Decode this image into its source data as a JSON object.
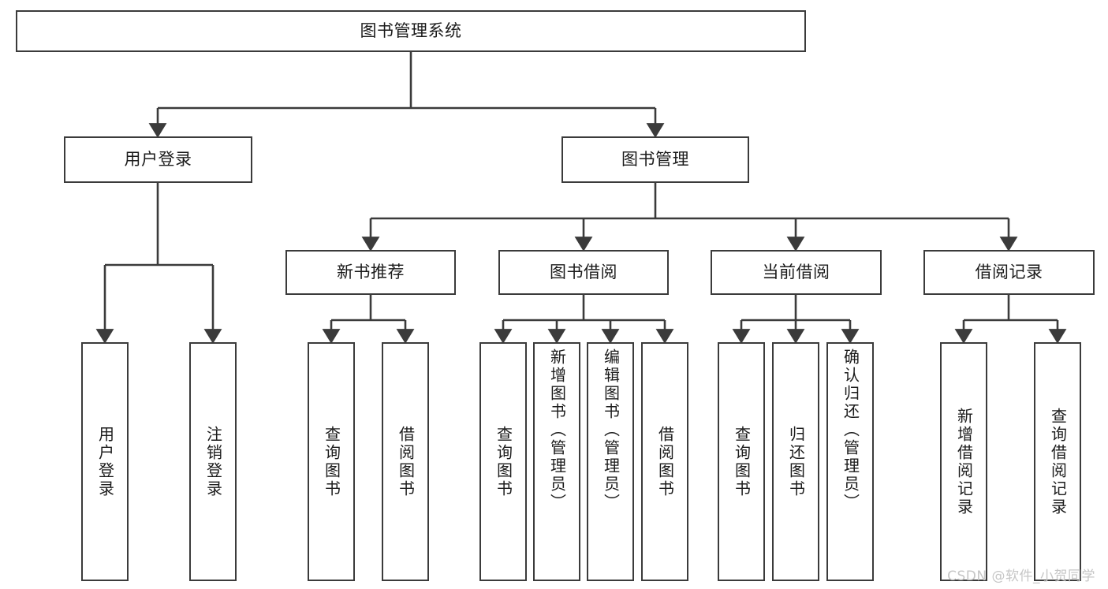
{
  "diagram": {
    "type": "tree",
    "title": "图书管理系统",
    "orientation": "top-down",
    "colors": {
      "box_border": "#3b3b3b",
      "box_fill": "#ffffff",
      "edge": "#3b3b3b",
      "text": "#1b1b1b",
      "watermark": "#c6c6c6",
      "background": "#ffffff"
    },
    "root": {
      "id": "root",
      "label": "图书管理系统"
    },
    "level2": [
      {
        "id": "user-login",
        "label": "用户登录"
      },
      {
        "id": "book-manage",
        "label": "图书管理"
      }
    ],
    "level3": [
      {
        "id": "new-book-rec",
        "label": "新书推荐"
      },
      {
        "id": "book-borrow",
        "label": "图书借阅"
      },
      {
        "id": "current-borrow",
        "label": "当前借阅"
      },
      {
        "id": "borrow-record",
        "label": "借阅记录"
      }
    ],
    "leaves": {
      "user_login": [
        {
          "id": "leaf-user-login",
          "label": "用户登录"
        },
        {
          "id": "leaf-logout",
          "label": "注销登录"
        }
      ],
      "new_book_rec": [
        {
          "id": "leaf-query-book-1",
          "label": "查询图书"
        },
        {
          "id": "leaf-borrow-book-1",
          "label": "借阅图书"
        }
      ],
      "book_borrow": [
        {
          "id": "leaf-query-book-2",
          "label": "查询图书"
        },
        {
          "id": "leaf-add-book",
          "label": "新增图书（管理员）"
        },
        {
          "id": "leaf-edit-book",
          "label": "编辑图书（管理员）"
        },
        {
          "id": "leaf-borrow-book-2",
          "label": "借阅图书"
        }
      ],
      "current_borrow": [
        {
          "id": "leaf-query-book-3",
          "label": "查询图书"
        },
        {
          "id": "leaf-return-book",
          "label": "归还图书"
        },
        {
          "id": "leaf-confirm-return",
          "label": "确认归还（管理员）"
        }
      ],
      "borrow_record": [
        {
          "id": "leaf-add-record",
          "label": "新增借阅记录"
        },
        {
          "id": "leaf-query-record",
          "label": "查询借阅记录"
        }
      ]
    }
  },
  "watermark": {
    "text": "CSDN @软件_小贺同学"
  }
}
